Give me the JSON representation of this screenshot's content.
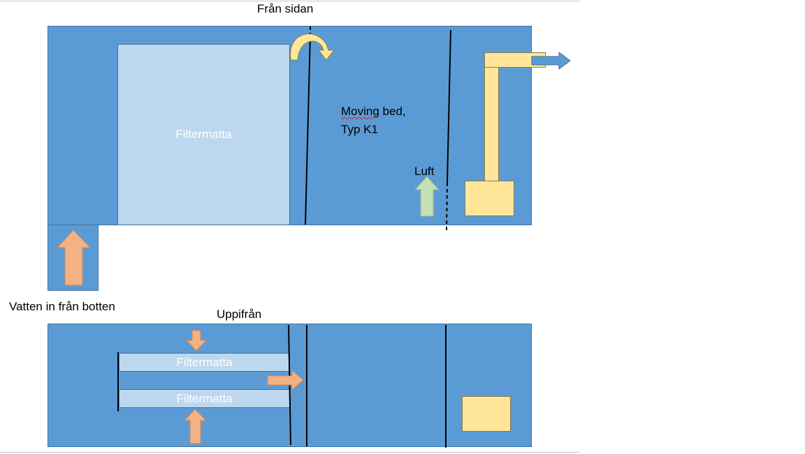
{
  "side_view": {
    "title": "Från sidan",
    "filter_label": "Filtermatta",
    "moving_bed_line1": "Moving",
    "moving_bed_line1_rest": " bed,",
    "moving_bed_line2": "Typ K1",
    "air_label": "Luft"
  },
  "water_in_label": "Vatten in från botten",
  "top_view": {
    "title": "Uppifrån",
    "filter_label_top": "Filtermatta",
    "filter_label_bottom": "Filtermatta"
  },
  "colors": {
    "tank": "#5b9bd5",
    "filter": "#bdd7ee",
    "pump": "#ffe699",
    "water_arrow": "#f4b183",
    "air_arrow": "#c5e0b4",
    "outlet_arrow": "#5b9bd5"
  }
}
